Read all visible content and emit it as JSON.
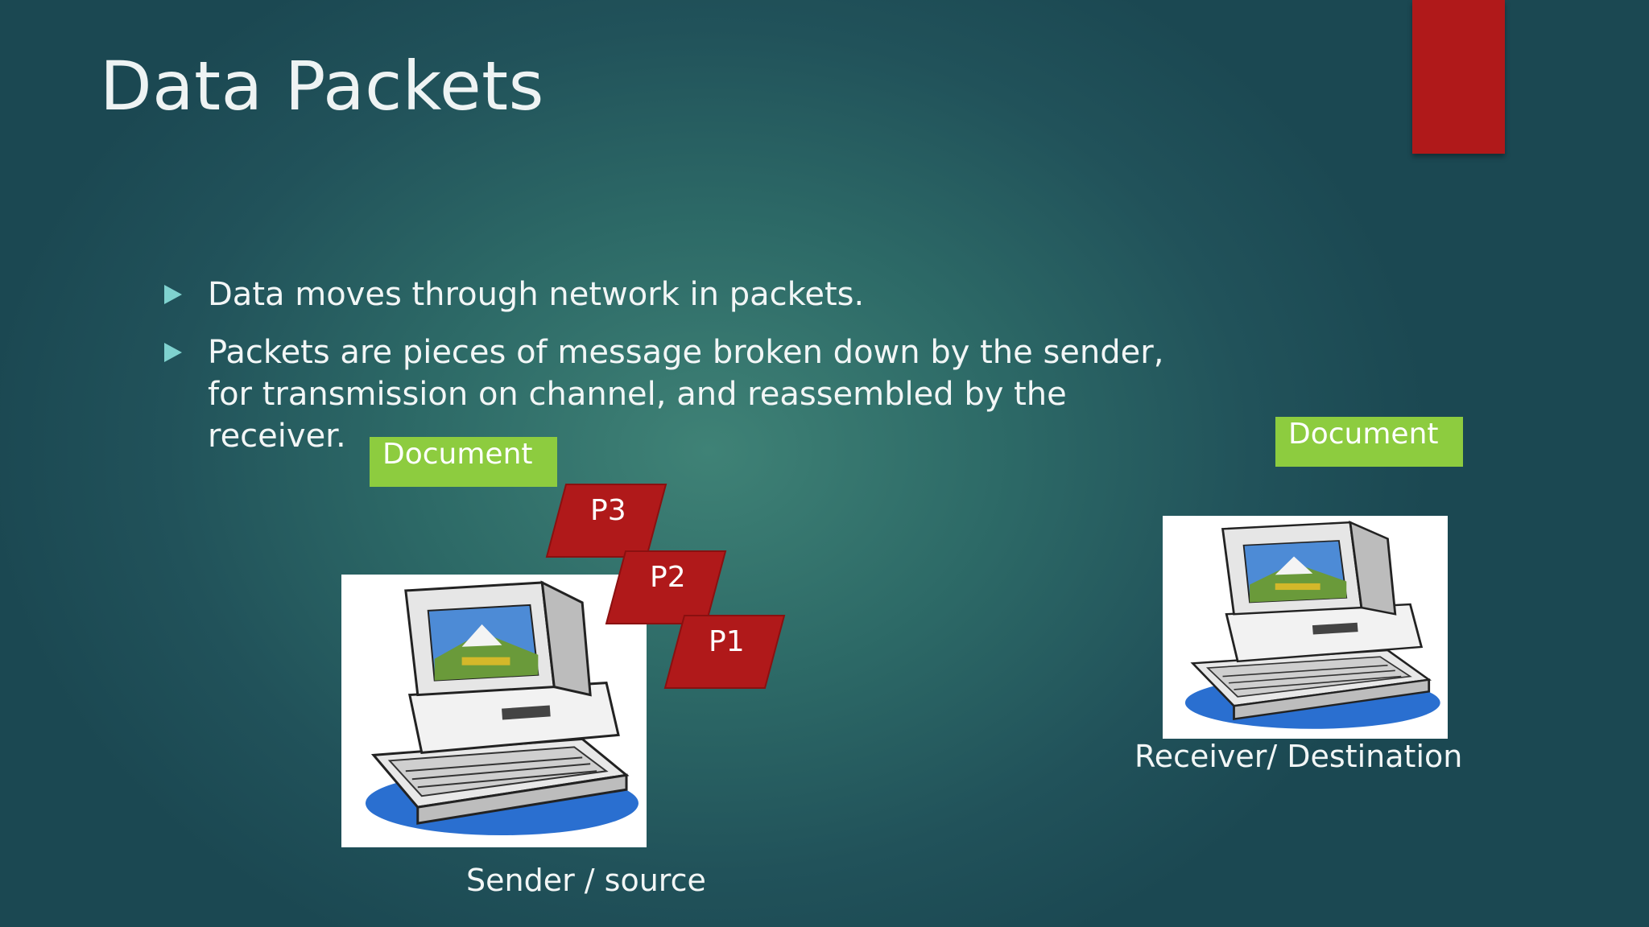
{
  "slide": {
    "title": "Data Packets",
    "bullets": [
      "Data moves through network in packets.",
      "Packets are pieces of message broken down by the sender, for transmission on channel, and reassembled by the receiver."
    ]
  },
  "sender": {
    "document_label": "Document",
    "caption": "Sender / source"
  },
  "receiver": {
    "document_label": "Document",
    "caption": "Receiver/ Destination"
  },
  "packets": [
    "P3",
    "P2",
    "P1"
  ],
  "colors": {
    "accent": "#b0191a",
    "packet": "#b0191a",
    "document": "#8dcc3f",
    "bullet_arrow": "#7fd2cf"
  }
}
